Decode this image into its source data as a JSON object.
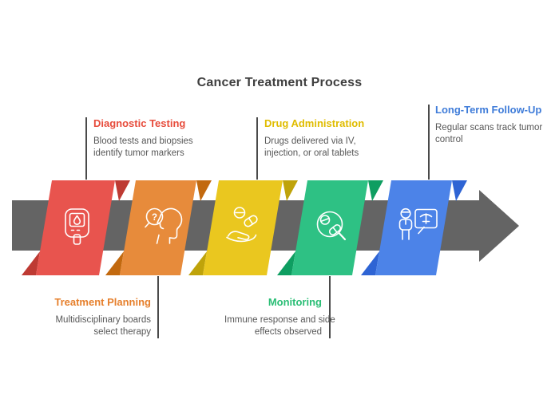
{
  "title": "Cancer Treatment Process",
  "title_color": "#3F3F3F",
  "body_text_color": "#575757",
  "connector_color": "#4A4A4A",
  "arrow_color": "#646464",
  "stages": [
    {
      "name": "Diagnostic Testing",
      "color": "#E8544E",
      "fold_color": "#BE3A33",
      "label_color": "#E74C3C",
      "icon": "glucose-meter",
      "desc_lines": [
        "Blood tests and biopsies",
        "identify tumor markers"
      ]
    },
    {
      "name": "Treatment Planning",
      "color": "#E78B3B",
      "fold_color": "#C2690F",
      "label_color": "#E6802D",
      "icon": "head-question",
      "icon_glyph": "?",
      "desc_lines": [
        "Multidisciplinary boards",
        "select therapy"
      ]
    },
    {
      "name": "Drug Administration",
      "color": "#EAC71F",
      "fold_color": "#BFA30A",
      "label_color": "#E0BC00",
      "icon": "hand-pills",
      "desc_lines": [
        "Drugs delivered via IV,",
        "injection, or oral tablets"
      ]
    },
    {
      "name": "Monitoring",
      "color": "#2EC184",
      "fold_color": "#0E9E61",
      "label_color": "#2BBE76",
      "icon": "magnifier-pills",
      "desc_lines": [
        "Immune response and side",
        "effects observed"
      ]
    },
    {
      "name": "Long-Term Follow-Up",
      "color": "#4C83E8",
      "fold_color": "#2E64D4",
      "label_color": "#3F7CD9",
      "icon": "doctor-board",
      "desc_lines": [
        "Regular scans track tumor",
        "control"
      ]
    }
  ]
}
